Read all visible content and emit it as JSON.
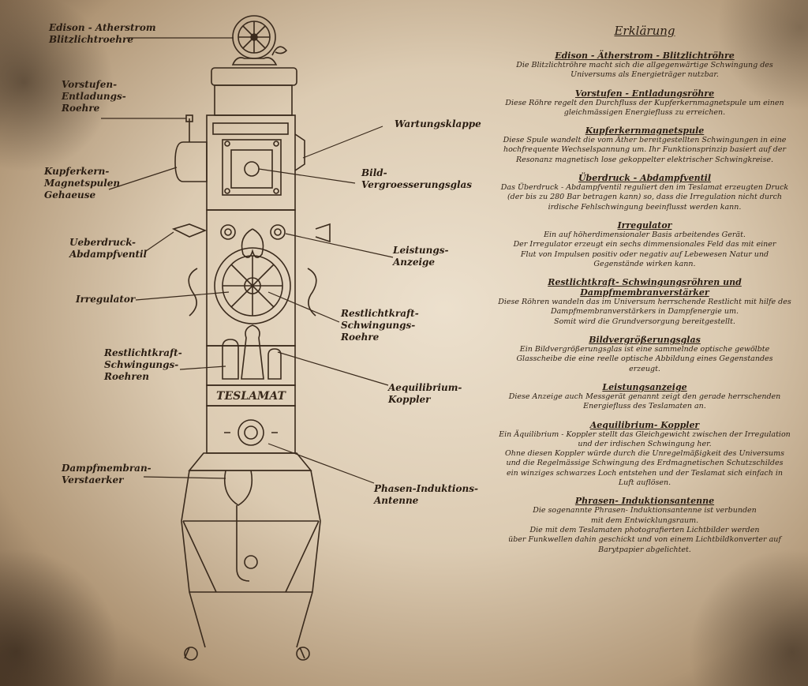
{
  "diagram": {
    "device_name": "TESLAMAT",
    "labels": {
      "edison": "Edison - Atherstrom\nBlitzlichtroehre",
      "vorstufen": "Vorstufen-\nEntladungs-\nRoehre",
      "wartung": "Wartungsklappe",
      "kupfer": "Kupferkern-\nMagnetspulen\nGehaeuse",
      "bild": "Bild-\nVergroesserungsglas",
      "ueberdruck": "Ueberdruck-\nAbdampfventil",
      "leistung": "Leistungs-\nAnzeige",
      "irregulator": "Irregulator",
      "restlicht_right": "Restlichtkraft-\nSchwingungs-\nRoehre",
      "restlicht_left": "Restlichtkraft-\nSchwingungs-\nRoehren",
      "aequilibrium": "Aequilibrium-\nKoppler",
      "dampf": "Dampfmembran-\nVerstaerker",
      "phasen": "Phasen-Induktions-\nAntenne"
    }
  },
  "legend": {
    "heading": "Erklärung",
    "entries": [
      {
        "title": "Edison - Ätherstrom - Blitzlichtröhre",
        "text": "Die Blitzlichtröhre macht sich die allgegenwärtige Schwingung des\nUniversums als Energieträger nutzbar."
      },
      {
        "title": "Vorstufen - Entladungsröhre",
        "text": "Diese Röhre regelt den Durchfluss der Kupferkernmagnetspule um einen\ngleichmässigen Energiefluss zu erreichen."
      },
      {
        "title": "Kupferkernmagnetspule",
        "text": "Diese Spule wandelt die vom Äther bereitgestellten Schwingungen in eine\nhochfrequente Wechselspannung um. Ihr Funktionsprinzip basiert auf der\nResonanz magnetisch lose gekoppelter elektrischer Schwingkreise."
      },
      {
        "title": "Überdruck - Abdampfventil",
        "text": "Das Überdruck - Abdampfventil reguliert den im Teslamat erzeugten Druck\n(der bis zu 280 Bar betragen kann) so, dass die Irregulation nicht durch\nirdische Fehlschwingung beeinflusst werden kann."
      },
      {
        "title": "Irregulator",
        "text": "Ein auf höherdimensionaler Basis arbeitendes Gerät.\nDer Irregulator erzeugt ein sechs dimmensionales Feld das mit einer\nFlut von Impulsen positiv oder negativ auf Lebewesen Natur und\nGegenstände wirken kann."
      },
      {
        "title": "Restlichtkraft- Schwingungsröhren und Dampfmembranverstärker",
        "text": "Diese Röhren wandeln das im Universum herrschende Restlicht mit hilfe des\nDampfmembranverstärkers in Dampfenergie um.\nSomit wird die Grundversorgung bereitgestellt."
      },
      {
        "title": "Bildvergrößerungsglas",
        "text": "Ein Bildvergrößerungsglas ist eine sammelnde optische gewölbte\nGlasscheibe die eine reelle optische Abbildung eines Gegenstandes\nerzeugt."
      },
      {
        "title": "Leistungsanzeige",
        "text": "Diese Anzeige auch Messgerät genannt zeigt den gerade herrschenden\nEnergiefluss des Teslamaten an."
      },
      {
        "title": "Aequilibrium- Koppler",
        "text": "Ein Äquilibrium - Koppler stellt das Gleichgewicht zwischen der Irregulation\nund der irdischen Schwingung her.\nOhne diesen Koppler würde durch die Unregelmäßigkeit des Universums\nund die Regelmässige Schwingung des Erdmagnetischen Schutzschildes\nein winziges schwarzes Loch entstehen und der Teslamat sich einfach in\nLuft auflösen."
      },
      {
        "title": "Phrasen- Induktionsantenne",
        "text": "Die sogenannte Phrasen- Induktionsantenne ist verbunden\nmit dem Entwicklungsraum.\nDie mit dem Teslamaten photografierten Lichtbilder werden\nüber Funkwellen dahin geschickt und von einem Lichtbildkonverter auf\nBarytpapier abgelichtet."
      }
    ]
  }
}
